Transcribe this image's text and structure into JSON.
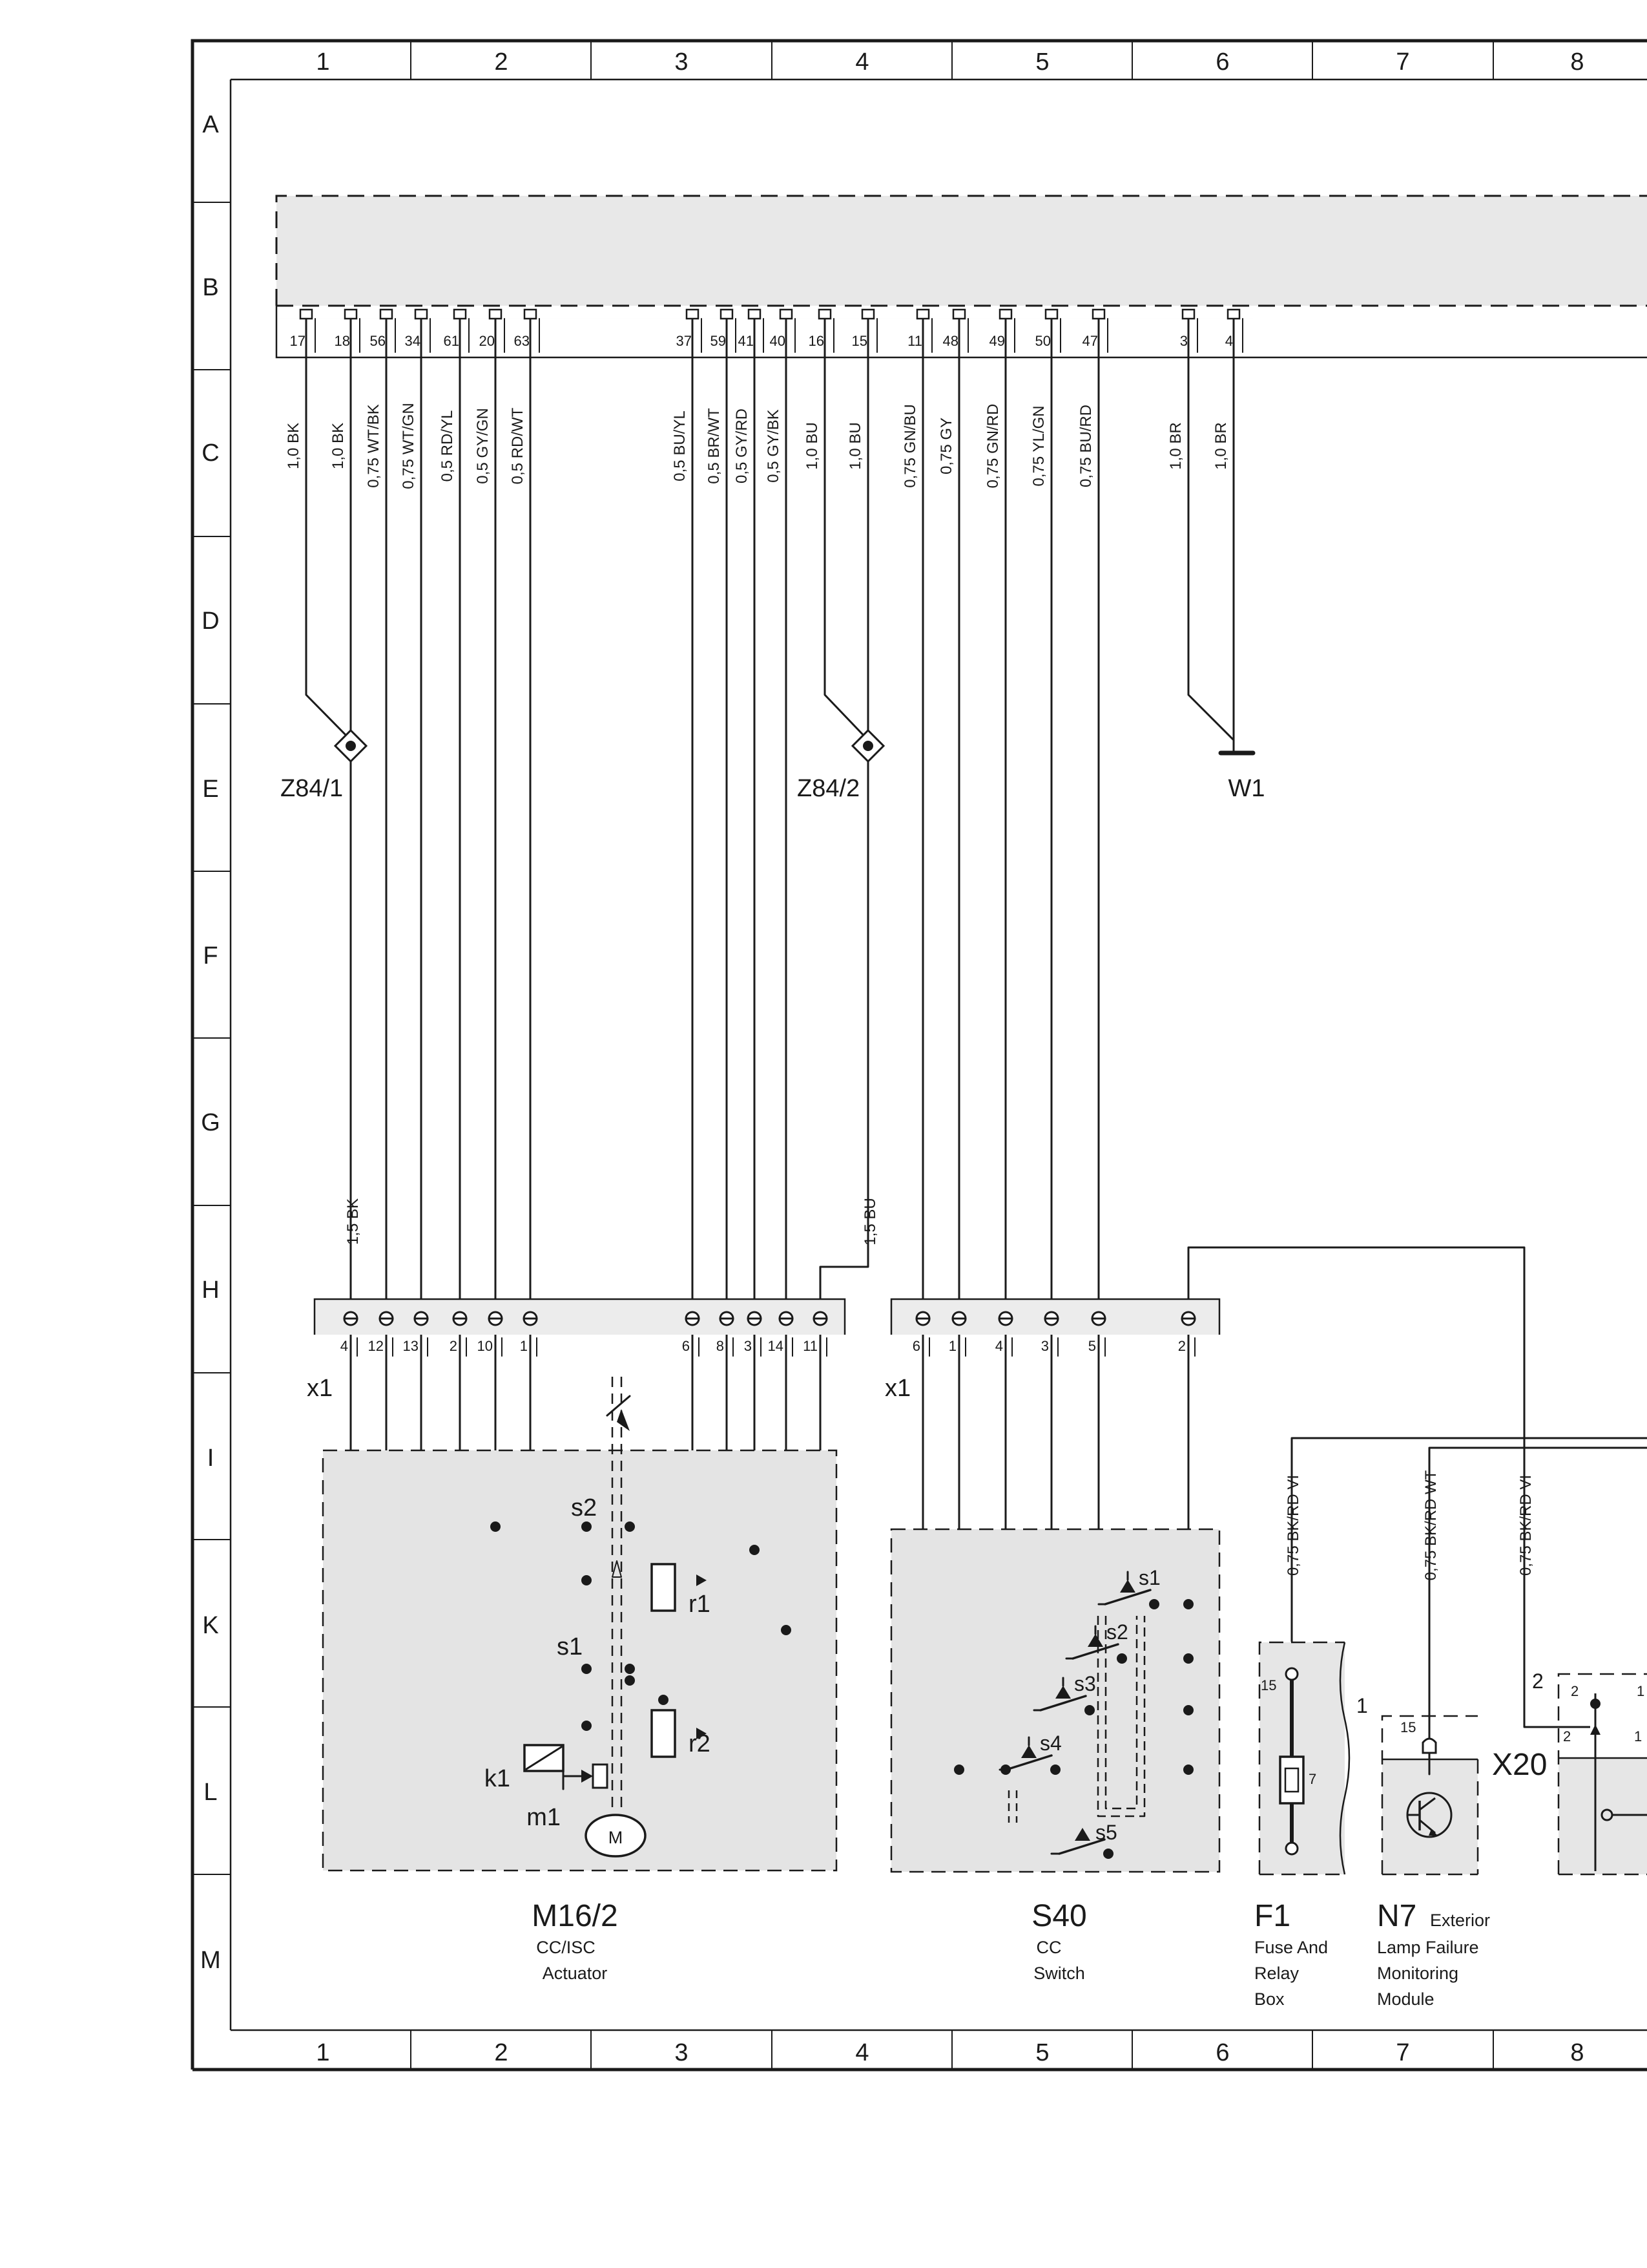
{
  "grid": {
    "columns": [
      "1",
      "2",
      "3",
      "4",
      "5",
      "6",
      "7",
      "8"
    ],
    "rows": [
      "A",
      "B",
      "C",
      "D",
      "E",
      "F",
      "G",
      "H",
      "I",
      "K",
      "L",
      "M"
    ]
  },
  "connector_top": {
    "pins": [
      {
        "pin": "17",
        "wire": "1,0 BK"
      },
      {
        "pin": "18",
        "wire": "1,0 BK"
      },
      {
        "pin": "56",
        "wire": "0,75 WT/BK"
      },
      {
        "pin": "34",
        "wire": "0,75 WT/GN"
      },
      {
        "pin": "61",
        "wire": "0,5 RD/YL"
      },
      {
        "pin": "20",
        "wire": "0,5 GY/GN"
      },
      {
        "pin": "63",
        "wire": "0,5 RD/WT"
      },
      {
        "pin": "37",
        "wire": "0,5 BU/YL"
      },
      {
        "pin": "59",
        "wire": "0,5 BR/WT"
      },
      {
        "pin": "41",
        "wire": "0,5 GY/RD"
      },
      {
        "pin": "40",
        "wire": "0,5 GY/BK"
      },
      {
        "pin": "16",
        "wire": "1,0 BU"
      },
      {
        "pin": "15",
        "wire": "1,0 BU"
      },
      {
        "pin": "11",
        "wire": "0,75 GN/BU"
      },
      {
        "pin": "48",
        "wire": "0,75 GY"
      },
      {
        "pin": "49",
        "wire": "0,75 GN/RD"
      },
      {
        "pin": "50",
        "wire": "0,75 YL/GN"
      },
      {
        "pin": "47",
        "wire": "0,75 BU/RD"
      },
      {
        "pin": "3",
        "wire": "1,0 BR"
      },
      {
        "pin": "4",
        "wire": "1,0 BR"
      }
    ]
  },
  "splices": {
    "z84_1": "Z84/1",
    "z84_2": "Z84/2",
    "w1": "W1"
  },
  "mid_wires": {
    "bk": "1,5 BK",
    "bu": "1,5 BU"
  },
  "x1_left": {
    "label": "x1",
    "pins": [
      "4",
      "12",
      "13",
      "2",
      "10",
      "1",
      "6",
      "8",
      "3",
      "14",
      "11"
    ]
  },
  "x1_right": {
    "label": "x1",
    "pins": [
      "6",
      "1",
      "4",
      "3",
      "5",
      "2"
    ]
  },
  "m16_2": {
    "id": "M16/2",
    "desc1": "CC/ISC",
    "desc2": "Actuator",
    "s1": "s1",
    "s2": "s2",
    "r1": "r1",
    "r2": "r2",
    "k1": "k1",
    "m1": "m1",
    "motor": "M"
  },
  "s40": {
    "id": "S40",
    "desc1": "CC",
    "desc2": "Switch",
    "switches": [
      "s1",
      "s2",
      "s3",
      "s4",
      "s5"
    ]
  },
  "f1": {
    "id": "F1",
    "desc1": "Fuse And",
    "desc2": "Relay",
    "desc3": "Box",
    "pin15": "15",
    "pin7": "7",
    "terminal": "1"
  },
  "n7": {
    "id": "N7",
    "desc0": "Exterior",
    "desc1": "Lamp Failure",
    "desc2": "Monitoring",
    "desc3": "Module",
    "pin15": "15"
  },
  "x20": {
    "id": "X20",
    "pins": [
      "2",
      "2",
      "2",
      "1",
      "1"
    ]
  },
  "right_wires": {
    "a": "0,75 BK/RD VI",
    "b": "0,75 BK/RD WT",
    "c": "0,75 BK/RD VI"
  }
}
